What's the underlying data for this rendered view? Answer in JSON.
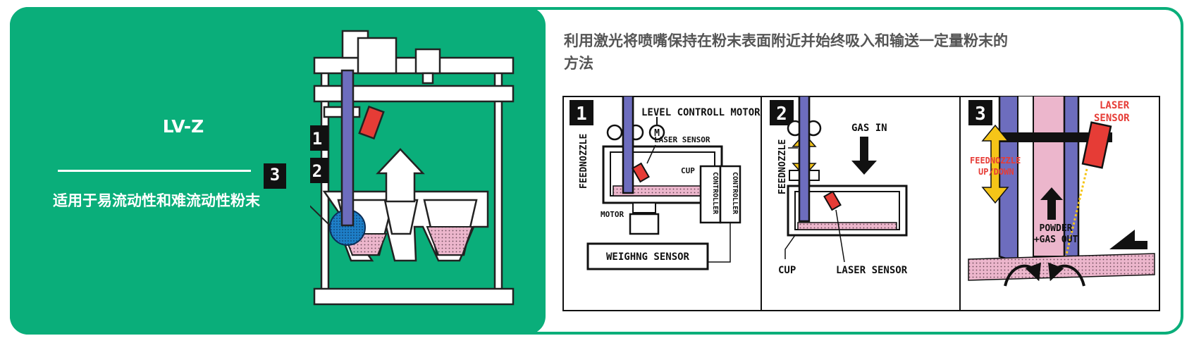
{
  "product": {
    "model": "LV-Z",
    "subtitle": "适用于易流动性和难流动性粉末"
  },
  "description": "利用激光将喷嘴保持在粉末表面附近并始终吸入和输送一定量粉末的方法",
  "overview_diagram": {
    "step_badges": [
      "1",
      "2",
      "3"
    ]
  },
  "panels": [
    {
      "number": "1",
      "labels": {
        "level_controll_motor": "LEVEL CONTROLL MOTOR",
        "motor_symbol": "M",
        "feednozzle": "FEEDNOZZLE",
        "laser_sensor": "LASER SENSOR",
        "cup": "CUP",
        "controller_a": "CONTROLLER",
        "controller_b": "CONTROLLER",
        "motor": "MOTOR",
        "weighing_sensor": "WEIGHNG SENSOR"
      }
    },
    {
      "number": "2",
      "labels": {
        "feednozzle": "FEEDNOZZLE",
        "gas_in": "GAS IN",
        "cup": "CUP",
        "laser_sensor": "LASER SENSOR"
      }
    },
    {
      "number": "3",
      "labels": {
        "laser": "LASER",
        "sensor": "SENSOR",
        "feednozzle": "FEEDNOZZLE",
        "up_down": "UP/DOWN",
        "powder": "POWDER",
        "gas_out": "+GAS OUT"
      }
    }
  ],
  "colors": {
    "brand_green": "#0aae7a",
    "nozzle_purple": "#6d6dbe",
    "sensor_red": "#e63c36",
    "arrow_yellow": "#f5c518",
    "powder_pink": "#ecb6cc",
    "highlight_blue": "#1e7fc8"
  }
}
